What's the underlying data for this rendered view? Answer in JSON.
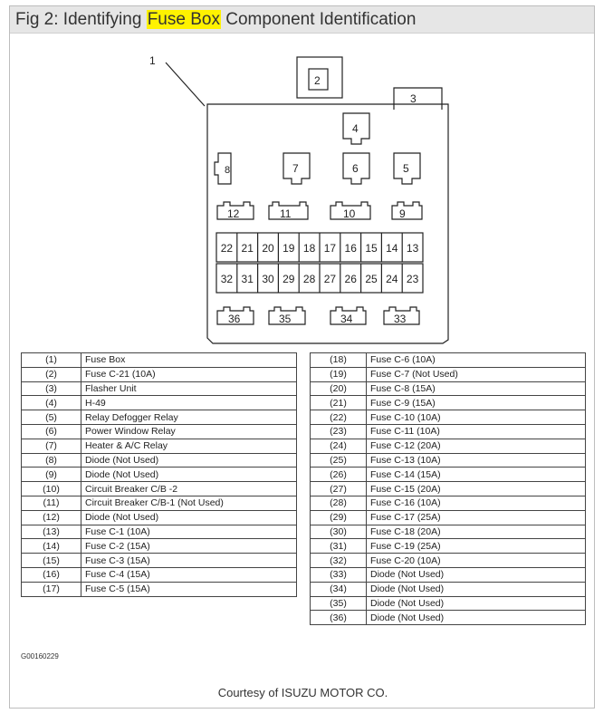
{
  "title": {
    "prefix": "Fig 2: Identifying ",
    "highlight": "Fuse Box",
    "suffix": " Component Identification"
  },
  "diagram": {
    "callout_1": "1",
    "components": {
      "c2": "2",
      "c3": "3",
      "c4": "4",
      "c5": "5",
      "c6": "6",
      "c7": "7",
      "c8": "8",
      "c9": "9",
      "c10": "10",
      "c11": "11",
      "c12": "12",
      "c33": "33",
      "c34": "34",
      "c35": "35",
      "c36": "36"
    },
    "fuse_row_top": [
      "22",
      "21",
      "20",
      "19",
      "18",
      "17",
      "16",
      "15",
      "14",
      "13"
    ],
    "fuse_row_bottom": [
      "32",
      "31",
      "30",
      "29",
      "28",
      "27",
      "26",
      "25",
      "24",
      "23"
    ]
  },
  "legend_left": [
    [
      "(1)",
      "Fuse Box"
    ],
    [
      "(2)",
      "Fuse C-21 (10A)"
    ],
    [
      "(3)",
      "Flasher Unit"
    ],
    [
      "(4)",
      "H-49"
    ],
    [
      "(5)",
      "Relay Defogger Relay"
    ],
    [
      "(6)",
      "Power Window Relay"
    ],
    [
      "(7)",
      "Heater & A/C Relay"
    ],
    [
      "(8)",
      "Diode (Not Used)"
    ],
    [
      "(9)",
      "Diode (Not Used)"
    ],
    [
      "(10)",
      "Circuit Breaker C/B -2"
    ],
    [
      "(11)",
      "Circuit Breaker C/B-1 (Not Used)"
    ],
    [
      "(12)",
      "Diode (Not Used)"
    ],
    [
      "(13)",
      "Fuse C-1 (10A)"
    ],
    [
      "(14)",
      "Fuse C-2 (15A)"
    ],
    [
      "(15)",
      "Fuse C-3 (15A)"
    ],
    [
      "(16)",
      "Fuse C-4 (15A)"
    ],
    [
      "(17)",
      "Fuse C-5 (15A)"
    ]
  ],
  "legend_right": [
    [
      "(18)",
      "Fuse C-6 (10A)"
    ],
    [
      "(19)",
      "Fuse C-7 (Not Used)"
    ],
    [
      "(20)",
      "Fuse C-8 (15A)"
    ],
    [
      "(21)",
      "Fuse C-9 (15A)"
    ],
    [
      "(22)",
      "Fuse C-10 (10A)"
    ],
    [
      "(23)",
      "Fuse C-11 (10A)"
    ],
    [
      "(24)",
      "Fuse C-12 (20A)"
    ],
    [
      "(25)",
      "Fuse C-13 (10A)"
    ],
    [
      "(26)",
      "Fuse C-14 (15A)"
    ],
    [
      "(27)",
      "Fuse C-15 (20A)"
    ],
    [
      "(28)",
      "Fuse C-16 (10A)"
    ],
    [
      "(29)",
      "Fuse C-17 (25A)"
    ],
    [
      "(30)",
      "Fuse C-18 (20A)"
    ],
    [
      "(31)",
      "Fuse C-19 (25A)"
    ],
    [
      "(32)",
      "Fuse C-20 (10A)"
    ],
    [
      "(33)",
      "Diode (Not Used)"
    ],
    [
      "(34)",
      "Diode (Not Used)"
    ],
    [
      "(35)",
      "Diode (Not Used)"
    ],
    [
      "(36)",
      "Diode (Not Used)"
    ]
  ],
  "figure_code": "G00160229",
  "courtesy": "Courtesy of ISUZU MOTOR CO."
}
